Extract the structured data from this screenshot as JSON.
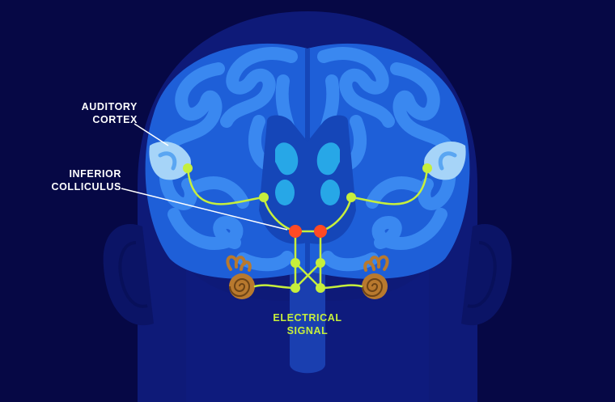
{
  "labels": {
    "auditory_cortex": {
      "line1": "AUDITORY",
      "line2": "CORTEX"
    },
    "inferior_colliculus": {
      "line1": "INFERIOR",
      "line2": "COLLICULUS"
    },
    "electrical_signal": {
      "line1": "ELECTRICAL",
      "line2": "SIGNAL"
    }
  },
  "colors": {
    "background": "#060845",
    "head": "#0e1a78",
    "brain_outer": "#1e5fd8",
    "brain_gyri": "#3a88f0",
    "brain_inner": "#1546b8",
    "ventricle": "#2bb8f0",
    "auditory_region": "#a6d4f8",
    "signal_path": "#c6ef3c",
    "colliculus_node": "#ff4a24",
    "cochlea": "#b8792e"
  },
  "icons": [
    "cochlea-left-icon",
    "cochlea-right-icon"
  ]
}
